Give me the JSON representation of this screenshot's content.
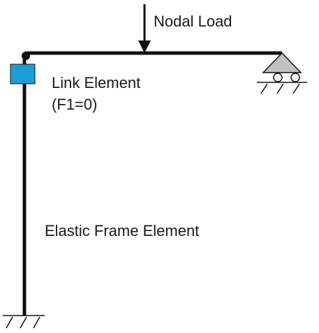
{
  "labels": {
    "nodal_load": "Nodal Load",
    "link_element_line1": "Link Element",
    "link_element_line2": "(F1=0)",
    "elastic_frame": "Elastic Frame Element"
  },
  "colors": {
    "member": "#111111",
    "link_box": "#1e9cd7",
    "support": "#c0c0c0"
  }
}
